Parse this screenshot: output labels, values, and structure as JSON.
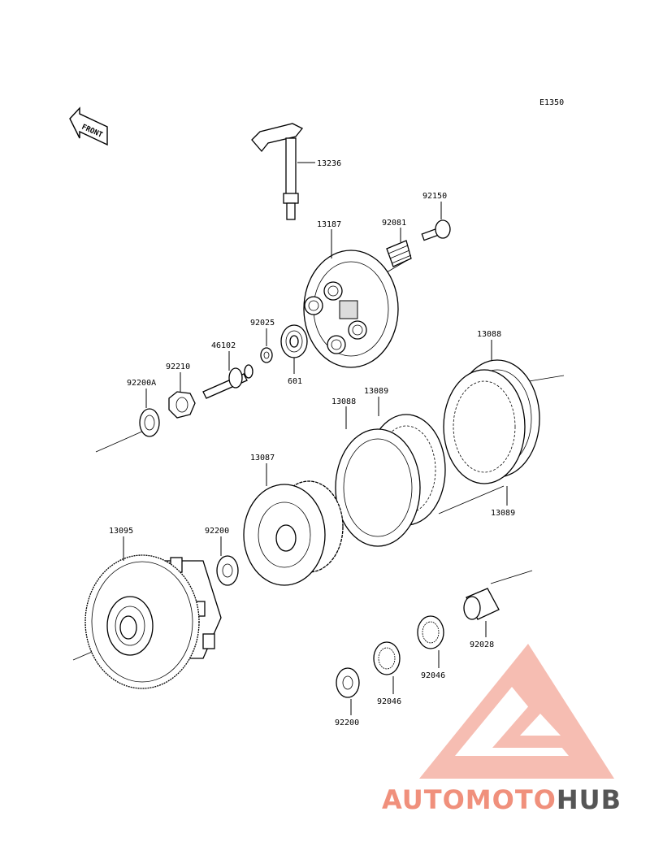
{
  "diagram": {
    "code": "E1350",
    "front_label": "FRONT",
    "parts": {
      "p13236": "13236",
      "p92150": "92150",
      "p92081": "92081",
      "p13187": "13187",
      "p92025": "92025",
      "p46102": "46102",
      "p92210": "92210",
      "p92200A": "92200A",
      "p601": "601",
      "p13088_top": "13088",
      "p13089_mid": "13089",
      "p13088_left": "13088",
      "p13089_bottom": "13089",
      "p13087": "13087",
      "p13095": "13095",
      "p92200_mid": "92200",
      "p92028": "92028",
      "p92046_right": "92046",
      "p92046_left": "92046",
      "p92200_bottom": "92200"
    }
  },
  "watermark": {
    "brand_part1": "AUTOMOTO",
    "brand_part2": "HUB",
    "color_primary": "#f0907c",
    "color_secondary": "#555555"
  }
}
